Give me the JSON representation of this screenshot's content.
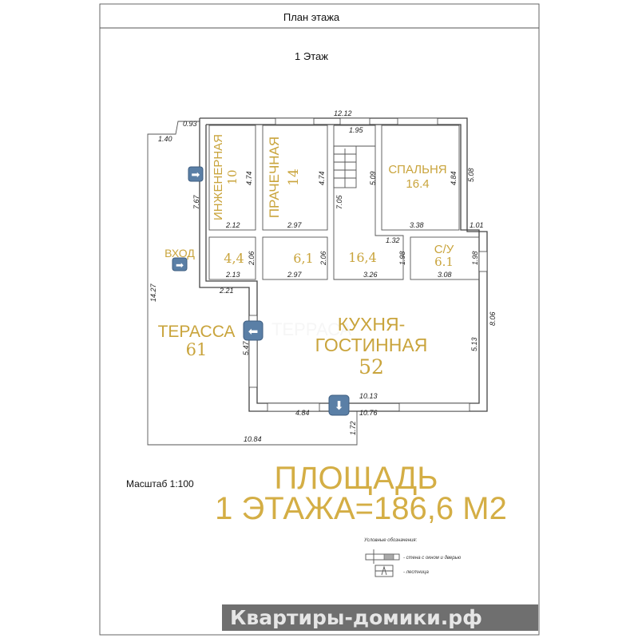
{
  "header": {
    "title": "План этажа",
    "floor": "1 Этаж"
  },
  "rooms": {
    "engineering": {
      "name": "ИНЖЕНЕРНАЯ",
      "area": "10"
    },
    "laundry": {
      "name": "ПРАЧЕЧНАЯ",
      "area": "14"
    },
    "bedroom": {
      "name": "СПАЛЬНЯ",
      "area": "16.4"
    },
    "entry": {
      "name": "ВХОД"
    },
    "vestibule": {
      "area": "4,4"
    },
    "storage": {
      "area": "6,1"
    },
    "hall": {
      "area": "16,4"
    },
    "bathroom": {
      "name": "С/У",
      "area": "6.1"
    },
    "terrace": {
      "name": "ТЕРАССА",
      "area": "61"
    },
    "kitchen": {
      "name1": "КУХНЯ-",
      "name2": "ГОСТИННАЯ",
      "area": "52"
    }
  },
  "dims": {
    "top": "12.12",
    "d093": "0.93",
    "d140": "1.40",
    "d195": "1.95",
    "d474a": "4.74",
    "d474b": "4.74",
    "d767": "7.67",
    "d705": "7.05",
    "d509": "5.09",
    "d484": "4.84",
    "d508": "5.08",
    "d212": "2.12",
    "d297a": "2.97",
    "d338": "3.38",
    "d101": "1.01",
    "d132": "1.32",
    "d206a": "2.06",
    "d206b": "2.06",
    "d198a": "1.98",
    "d198b": "1.98",
    "d213": "2.13",
    "d297b": "2.97",
    "d326": "3.26",
    "d308": "3.08",
    "d221": "2.21",
    "d1427": "14.27",
    "d806": "8.06",
    "d547": "5.47",
    "d513": "5.13",
    "d1013": "10.13",
    "d484b": "4.84",
    "d1076": "10.76",
    "d172": "1.72",
    "d1084": "10.84"
  },
  "scale": "Масштаб 1:100",
  "summary": {
    "line1": "ПЛОЩАДЬ",
    "line2": "1 ЭТАЖА=186,6 М2"
  },
  "legend": {
    "title": "Условные обозначения:",
    "wall": "- стена с окном и дверью",
    "stairs": "- лестница"
  },
  "watermark": {
    "brand": "Квартиры-домики.рф",
    "faint": "ТЕРРАСА"
  },
  "colors": {
    "room_text": "#c9a43c",
    "arrow": "#5a7fa6",
    "banner": "#6f6f6f",
    "house_icon": "#8bc34a"
  }
}
